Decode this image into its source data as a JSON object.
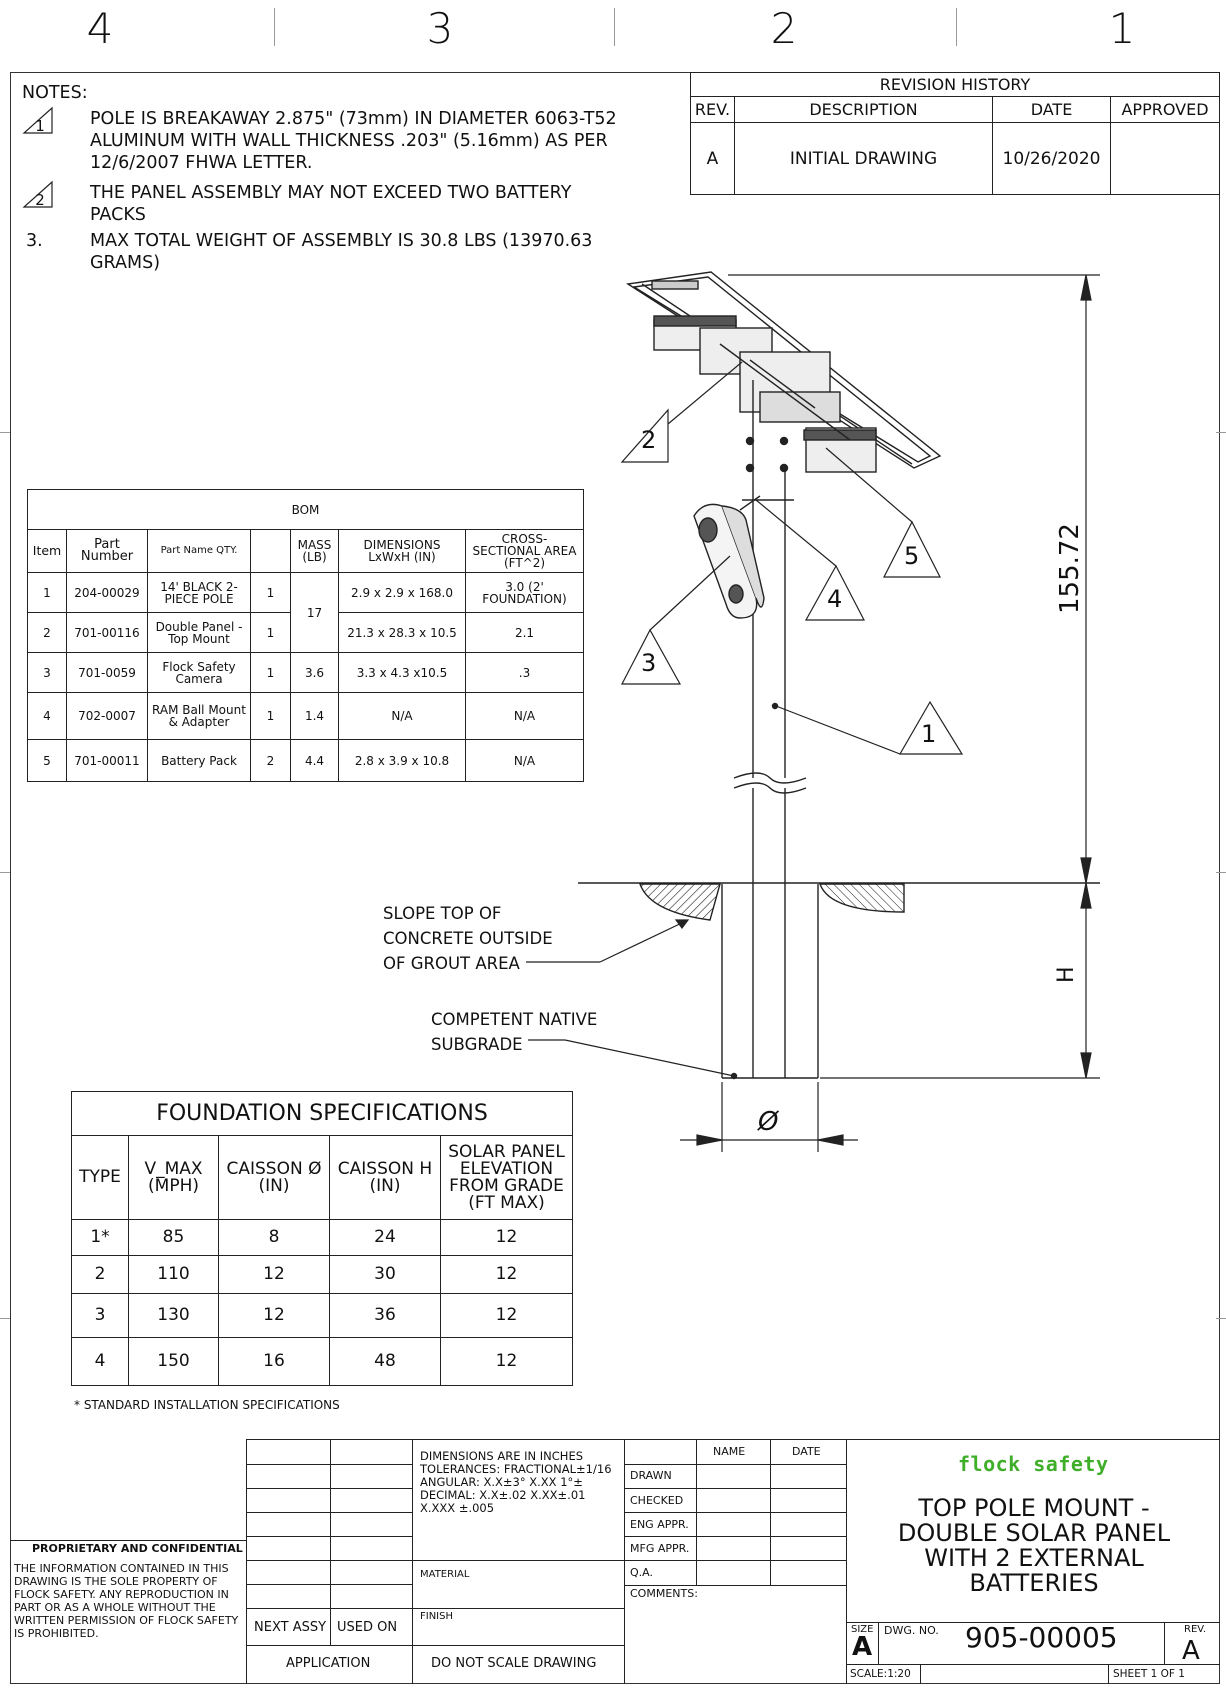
{
  "zones": [
    "4",
    "3",
    "2",
    "1"
  ],
  "notes": {
    "heading": "NOTES:",
    "items": [
      {
        "badge": "1",
        "text": "POLE IS BREAKAWAY 2.875\" (73mm) IN DIAMETER 6063-T52 ALUMINUM WITH WALL THICKNESS .203\" (5.16mm) AS PER 12/6/2007 FHWA LETTER."
      },
      {
        "badge": "2",
        "text": "THE PANEL ASSEMBLY MAY NOT EXCEED TWO BATTERY PACKS"
      },
      {
        "number": "3.",
        "text": "MAX TOTAL WEIGHT OF ASSEMBLY IS 30.8 LBS (13970.63 GRAMS)"
      }
    ]
  },
  "revision_history": {
    "title": "REVISION HISTORY",
    "headers": [
      "REV.",
      "DESCRIPTION",
      "DATE",
      "APPROVED"
    ],
    "rows": [
      [
        "A",
        "INITIAL DRAWING",
        "10/26/2020",
        ""
      ]
    ]
  },
  "bom": {
    "title": "BOM",
    "headers": [
      "Item",
      "Part Number",
      "Part Name QTY.",
      "",
      "MASS (LB)",
      "DIMENSIONS LxWxH (IN)",
      "CROSS-SECTIONAL AREA (FT^2)"
    ],
    "rows": [
      [
        "1",
        "204-00029",
        "14' BLACK 2-PIECE POLE",
        "1",
        "17",
        "2.9 x 2.9 x 168.0",
        "3.0 (2' FOUNDATION)"
      ],
      [
        "2",
        "701-00116",
        "Double Panel - Top Mount",
        "1",
        "",
        "21.3 x 28.3 x 10.5",
        "2.1"
      ],
      [
        "3",
        "701-0059",
        "Flock Safety Camera",
        "1",
        "3.6",
        "3.3 x 4.3 x10.5",
        ".3"
      ],
      [
        "4",
        "702-0007",
        "RAM Ball Mount & Adapter",
        "1",
        "1.4",
        "N/A",
        "N/A"
      ],
      [
        "5",
        "701-00011",
        "Battery Pack",
        "2",
        "4.4",
        "2.8 x 3.9 x 10.8",
        "N/A"
      ]
    ]
  },
  "foundation": {
    "title": "FOUNDATION SPECIFICATIONS",
    "headers": [
      "TYPE",
      "V_MAX (MPH)",
      "CAISSON Ø (IN)",
      "CAISSON H (IN)",
      "SOLAR PANEL ELEVATION FROM GRADE (FT MAX)"
    ],
    "rows": [
      [
        "1*",
        "85",
        "8",
        "24",
        "12"
      ],
      [
        "2",
        "110",
        "12",
        "30",
        "12"
      ],
      [
        "3",
        "130",
        "12",
        "36",
        "12"
      ],
      [
        "4",
        "150",
        "16",
        "48",
        "12"
      ]
    ],
    "footnote": "* STANDARD INSTALLATION SPECIFICATIONS"
  },
  "drawing": {
    "dimension_height": "155.72",
    "dimension_caisson_h": "H",
    "dimension_diameter": "Ø",
    "callouts": [
      "1",
      "2",
      "3",
      "4",
      "5"
    ],
    "leader_concrete": [
      "SLOPE TOP OF",
      "CONCRETE OUTSIDE",
      "OF GROUT AREA"
    ],
    "leader_subgrade": [
      "COMPETENT NATIVE",
      "SUBGRADE"
    ]
  },
  "title_block": {
    "proprietary_heading": "PROPRIETARY AND CONFIDENTIAL",
    "proprietary_text": "THE INFORMATION CONTAINED IN THIS DRAWING IS THE SOLE PROPERTY OF FLOCK SAFETY. ANY REPRODUCTION IN PART OR AS A WHOLE WITHOUT THE WRITTEN PERMISSION OF FLOCK SAFETY IS PROHIBITED.",
    "next_assy": "NEXT ASSY",
    "used_on": "USED ON",
    "application": "APPLICATION",
    "tolerances": "DIMENSIONS ARE IN INCHES TOLERANCES: FRACTIONAL±1/16 ANGULAR: X.X±3° X.XX 1°± DECIMAL: X.X±.02 X.XX±.01 X.XXX ±.005",
    "material": "MATERIAL",
    "finish": "FINISH",
    "do_not_scale": "DO NOT SCALE DRAWING",
    "name_col": "NAME",
    "date_col": "DATE",
    "roles": [
      "DRAWN",
      "CHECKED",
      "ENG APPR.",
      "MFG APPR.",
      "Q.A.",
      "COMMENTS:"
    ],
    "brand": "flock safety",
    "drawing_title": "TOP POLE MOUNT - DOUBLE SOLAR PANEL WITH 2 EXTERNAL BATTERIES",
    "size_label": "SIZE",
    "size_value": "A",
    "dwg_no_label": "DWG. NO.",
    "dwg_no": "905-00005",
    "rev_label": "REV.",
    "rev_value": "A",
    "scale": "SCALE:1:20",
    "sheet": "SHEET 1 OF 1"
  }
}
